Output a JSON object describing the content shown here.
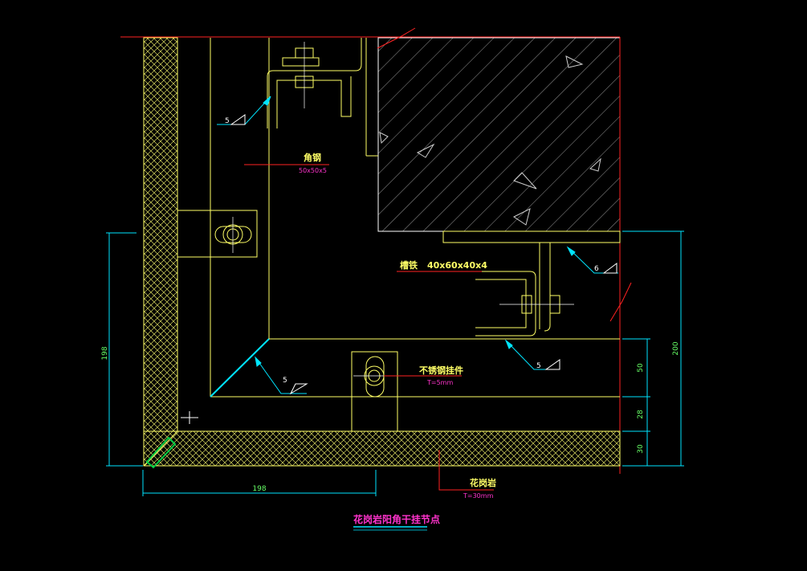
{
  "labels": {
    "angle_steel": "角钢",
    "angle_steel_spec": "50x50x5",
    "channel_iron": "槽铁",
    "channel_spec": "40x60x40x4",
    "stainless_hanger": "不锈钢挂件",
    "stainless_thickness": "T=5mm",
    "granite": "花岗岩",
    "granite_thickness": "T=30mm",
    "title": "花岗岩阳角干挂节点"
  },
  "dimensions": {
    "left_vertical": "198",
    "bottom_horizontal": "198",
    "right_total": "200",
    "right_upper": "50",
    "right_middle": "28",
    "right_lower": "30"
  },
  "welds": {
    "top": "5",
    "right_upper": "6",
    "right_lower": "5",
    "center": "5"
  },
  "colors": {
    "background": "#000000",
    "outline": "#ffff66",
    "concrete": "#ffffff",
    "cut_line": "#ff2222",
    "leader": "#00e5ff",
    "dimension": "#00e5ff",
    "dim_text": "#66ff66",
    "spec_text": "#ff33cc"
  }
}
